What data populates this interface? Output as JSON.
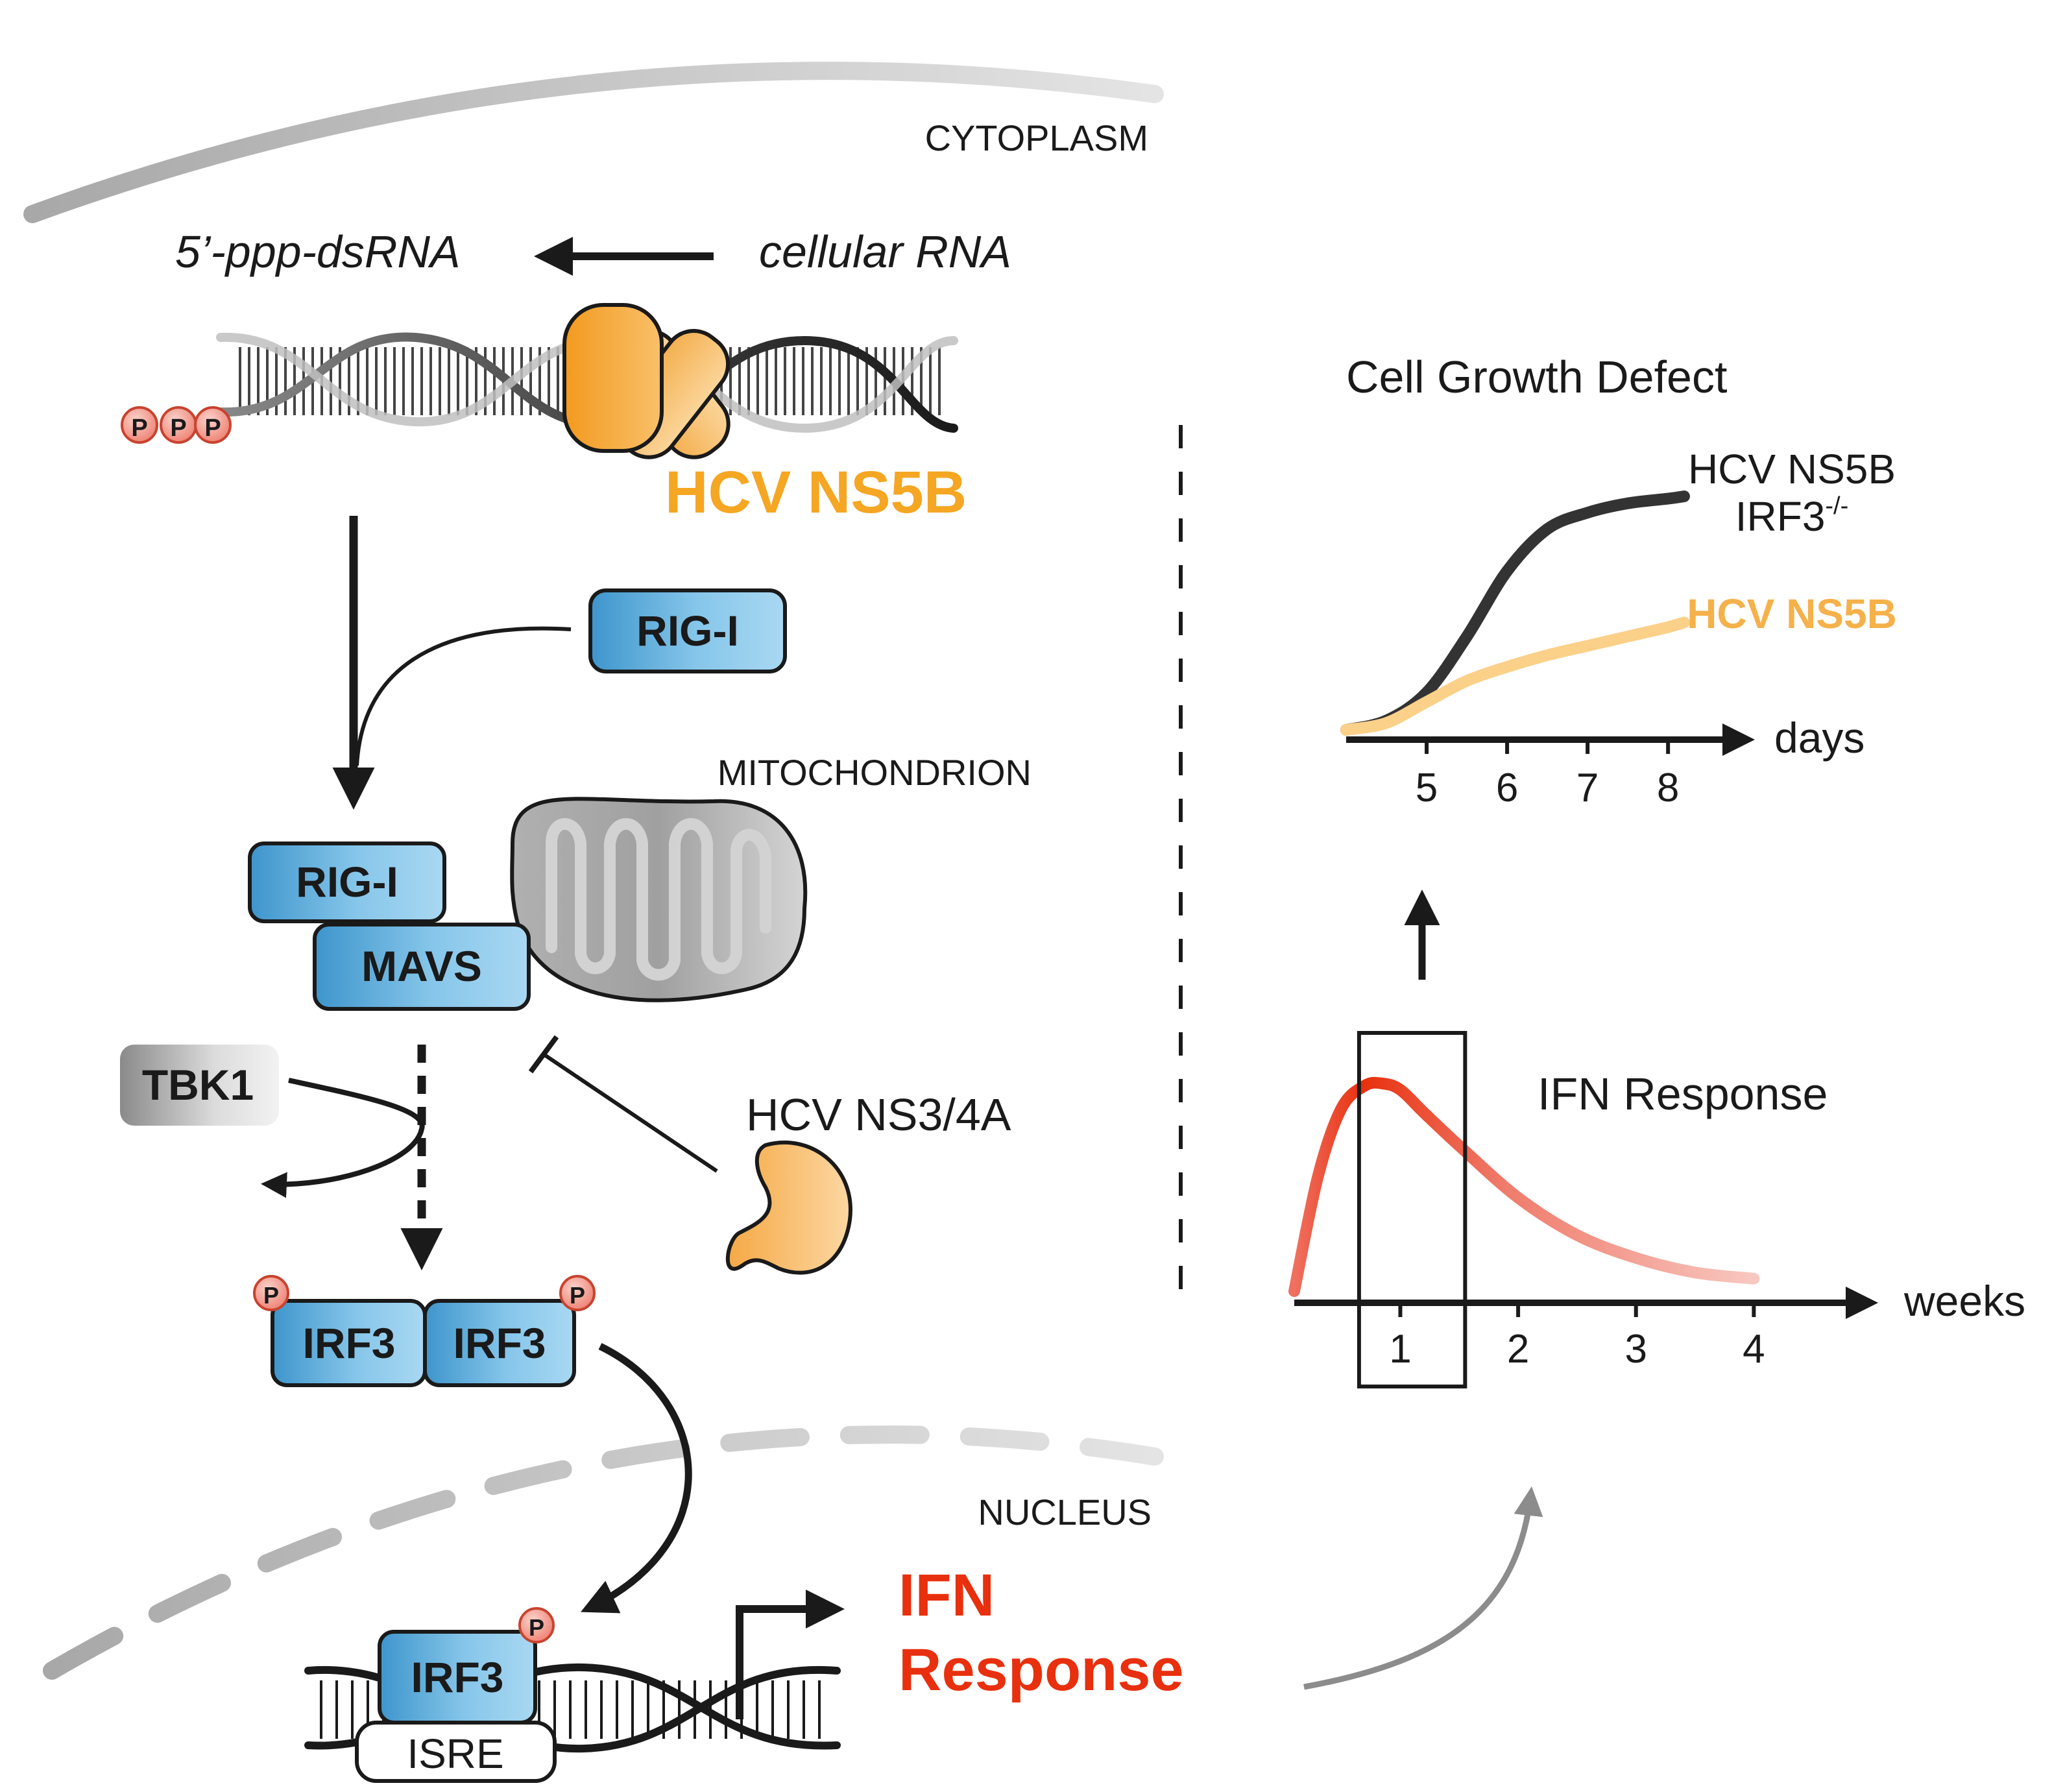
{
  "compartments": {
    "cytoplasm": "CYTOPLASM",
    "mitochondrion": "MITOCHONDRION",
    "nucleus": "NUCLEUS"
  },
  "rna": {
    "product": "5’-ppp-dsRNA",
    "source": "cellular RNA",
    "phosphate": "P"
  },
  "proteins": {
    "ns5b": "HCV NS5B",
    "rig_i": "RIG-I",
    "mavs": "MAVS",
    "tbk1": "TBK1",
    "ns3_4a": "HCV NS3/4A",
    "irf3": "IRF3",
    "isre": "ISRE"
  },
  "output": {
    "line1": "IFN",
    "line2": "Response"
  },
  "colors": {
    "protein_blue": "#5aa9d6",
    "ns5b_orange": "#f5a623",
    "ifn_red": "#e8300e",
    "phospho_red": "#f08a7e",
    "membrane_gray": "#b8b8b8"
  },
  "chart_data": [
    {
      "type": "line",
      "title": "Cell Growth Defect",
      "xlabel": "days",
      "ylabel": "",
      "x_ticks": [
        5,
        6,
        7,
        8
      ],
      "xlim": [
        4,
        9.2
      ],
      "ylim": [
        0,
        1
      ],
      "series": [
        {
          "name": "HCV NS5B",
          "name_line2": "IRF3",
          "name_sup": "-/-",
          "color": "#333333",
          "x": [
            4.0,
            4.5,
            5.0,
            5.5,
            6.0,
            6.5,
            7.0,
            7.5,
            8.0,
            8.2
          ],
          "values": [
            0.0,
            0.04,
            0.16,
            0.4,
            0.68,
            0.86,
            0.93,
            0.97,
            0.99,
            1.0
          ]
        },
        {
          "name": "HCV NS5B",
          "color": "#fbd089",
          "x": [
            4.0,
            4.5,
            5.0,
            5.5,
            6.0,
            6.5,
            7.0,
            7.5,
            8.0,
            8.2
          ],
          "values": [
            0.0,
            0.03,
            0.12,
            0.21,
            0.27,
            0.32,
            0.36,
            0.4,
            0.44,
            0.46
          ]
        }
      ]
    },
    {
      "type": "line",
      "title": "IFN Response",
      "xlabel": "weeks",
      "ylabel": "",
      "x_ticks": [
        1,
        2,
        3,
        4
      ],
      "xlim": [
        0.1,
        5.0
      ],
      "ylim": [
        0,
        1
      ],
      "highlight_window": [
        0.65,
        1.55
      ],
      "series": [
        {
          "name": "",
          "color": "#e8300e",
          "x": [
            0.1,
            0.3,
            0.5,
            0.7,
            0.85,
            1.0,
            1.2,
            1.5,
            2.0,
            2.5,
            3.0,
            3.5,
            4.0
          ],
          "values": [
            0.0,
            0.55,
            0.88,
            0.99,
            1.0,
            0.97,
            0.86,
            0.7,
            0.45,
            0.27,
            0.16,
            0.09,
            0.06
          ]
        }
      ]
    }
  ]
}
